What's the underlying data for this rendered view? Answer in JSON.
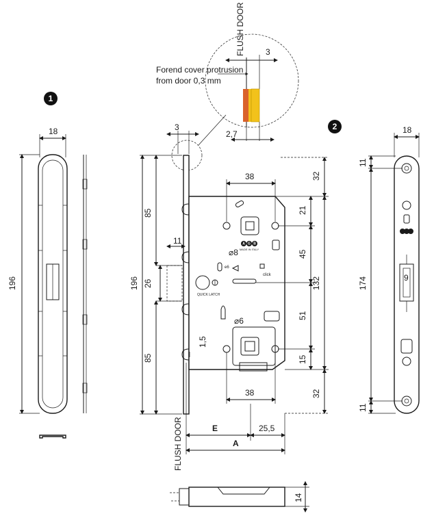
{
  "badges": {
    "view1": "1",
    "view2": "2"
  },
  "callout": {
    "flush_door": "FLUSH DOOR",
    "dim_3": "3",
    "note_line1": "Forend cover protrusion",
    "note_line2": "from door 0,3 mm",
    "dim_2_7": "2,7"
  },
  "view1": {
    "width": "18",
    "height": "196"
  },
  "main": {
    "forend": "3",
    "top_38": "38",
    "bottom_38": "38",
    "left_85_top": "85",
    "left_85_bottom": "85",
    "left_26": "26",
    "left_196": "196",
    "dim_11": "11",
    "dim_1_5": "1,5",
    "right_32_top": "32",
    "right_21": "21",
    "right_45": "45",
    "right_132": "132",
    "right_51": "51",
    "right_15": "15",
    "right_32_bottom": "32",
    "dia_8": "8",
    "dia_6": "6",
    "quick_latch": "QUICK LATCH",
    "click": "click",
    "e6": "e6",
    "E": "E",
    "A": "A",
    "dim_25_5": "25,5",
    "flush_door": "FLUSH DOOR",
    "brand": "AGB",
    "brand_sub": "MADE IN ITALY"
  },
  "view2": {
    "width": "18",
    "dim_11_top": "11",
    "dim_174": "174",
    "dim_9": "9",
    "dim_11_bottom": "11",
    "brand": "AGB"
  },
  "bottom_view": {
    "dim_14": "14"
  },
  "colors": {
    "orange": "#d9622b",
    "yellow": "#f2c21b",
    "ink": "#1a1a1a"
  }
}
